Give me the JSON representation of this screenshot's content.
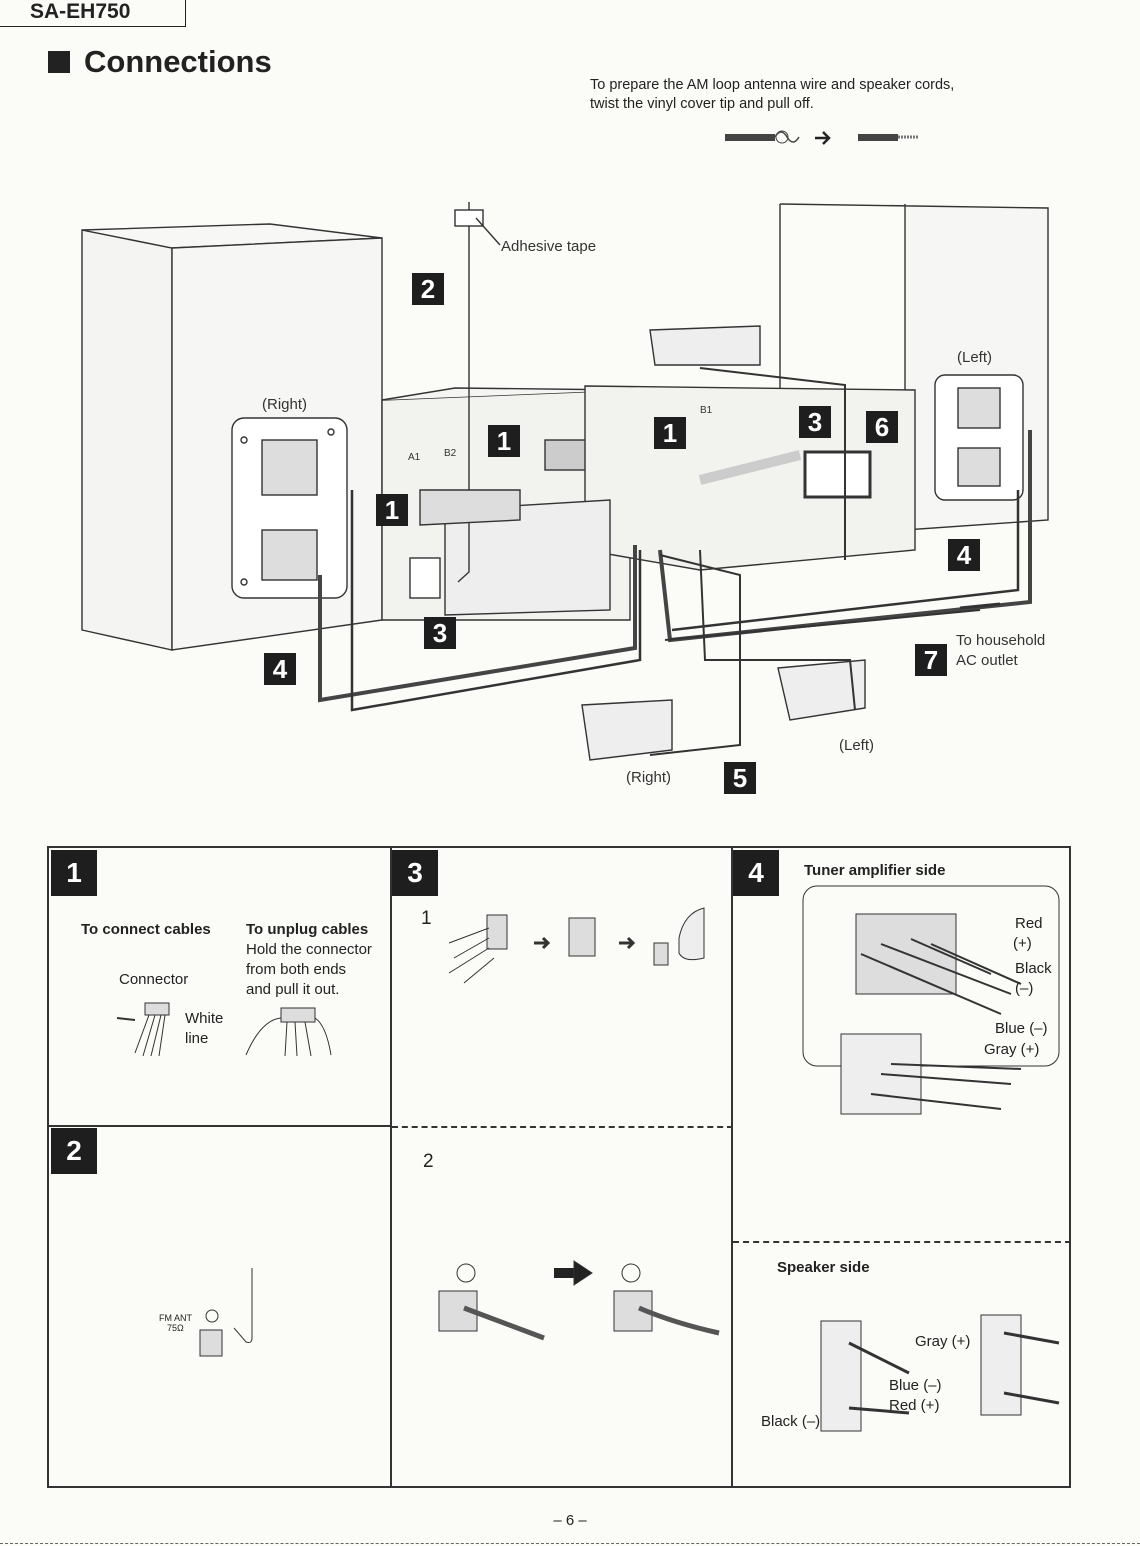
{
  "header": {
    "model": "SA-EH750",
    "title": "Connections"
  },
  "intro": {
    "line1": "To prepare the AM loop antenna wire and speaker cords,",
    "line2": "twist the vinyl cover tip and pull off."
  },
  "diagram": {
    "labels": {
      "adhesive_tape": "Adhesive tape",
      "right_speaker": "(Right)",
      "left_speaker": "(Left)",
      "right_surround": "(Right)",
      "left_surround": "(Left)",
      "ac_outlet_1": "To household",
      "ac_outlet_2": "AC outlet",
      "a1": "A1",
      "b2": "B2",
      "b1": "B1"
    },
    "badges": [
      "1",
      "2",
      "3",
      "4",
      "5",
      "6",
      "7"
    ]
  },
  "panels": {
    "p1": {
      "number": "1",
      "connect_title": "To connect cables",
      "connector_label": "Connector",
      "white_line_1": "White",
      "white_line_2": "line",
      "unplug_title": "To unplug cables",
      "unplug_1": "Hold the connector",
      "unplug_2": "from both ends",
      "unplug_3": "and pull it out."
    },
    "p2": {
      "number": "2",
      "fm_ant": "FM ANT",
      "ohm": "75Ω"
    },
    "p3": {
      "number": "3",
      "step1": "1",
      "step2": "2"
    },
    "p4": {
      "number": "4",
      "tuner_title": "Tuner amplifier side",
      "red": "Red",
      "red_sign": "(+)",
      "black": "Black",
      "black_sign": "(–)",
      "blue": "Blue (–)",
      "gray": "Gray (+)",
      "speaker_title": "Speaker side",
      "sp_gray": "Gray (+)",
      "sp_blue": "Blue (–)",
      "sp_red": "Red (+)",
      "sp_black": "Black (–)"
    }
  },
  "footer": {
    "page": "– 6 –"
  }
}
